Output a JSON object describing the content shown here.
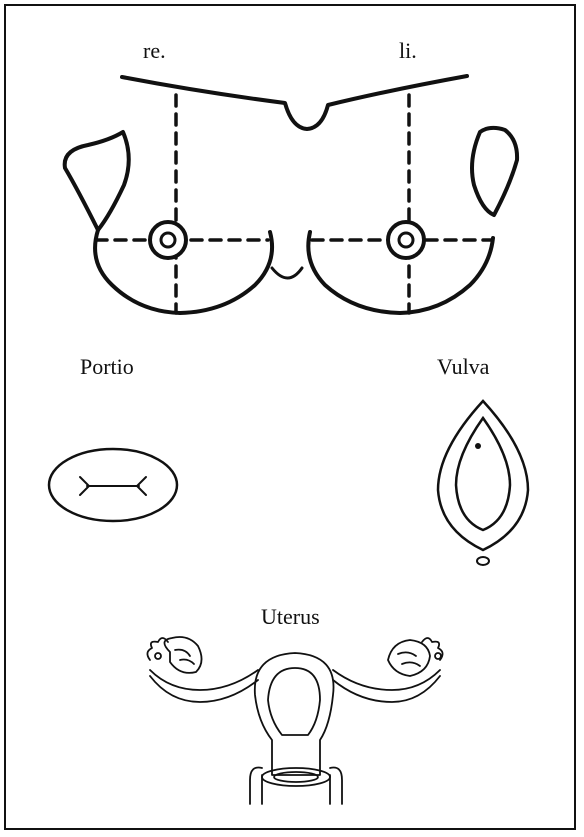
{
  "labels": {
    "right": "re.",
    "left": "li.",
    "portio": "Portio",
    "vulva": "Vulva",
    "uterus": "Uterus"
  },
  "colors": {
    "ink": "#111111",
    "paper": "#ffffff"
  },
  "icons": [
    "breasts-diagram",
    "portio-diagram",
    "vulva-diagram",
    "uterus-diagram"
  ]
}
